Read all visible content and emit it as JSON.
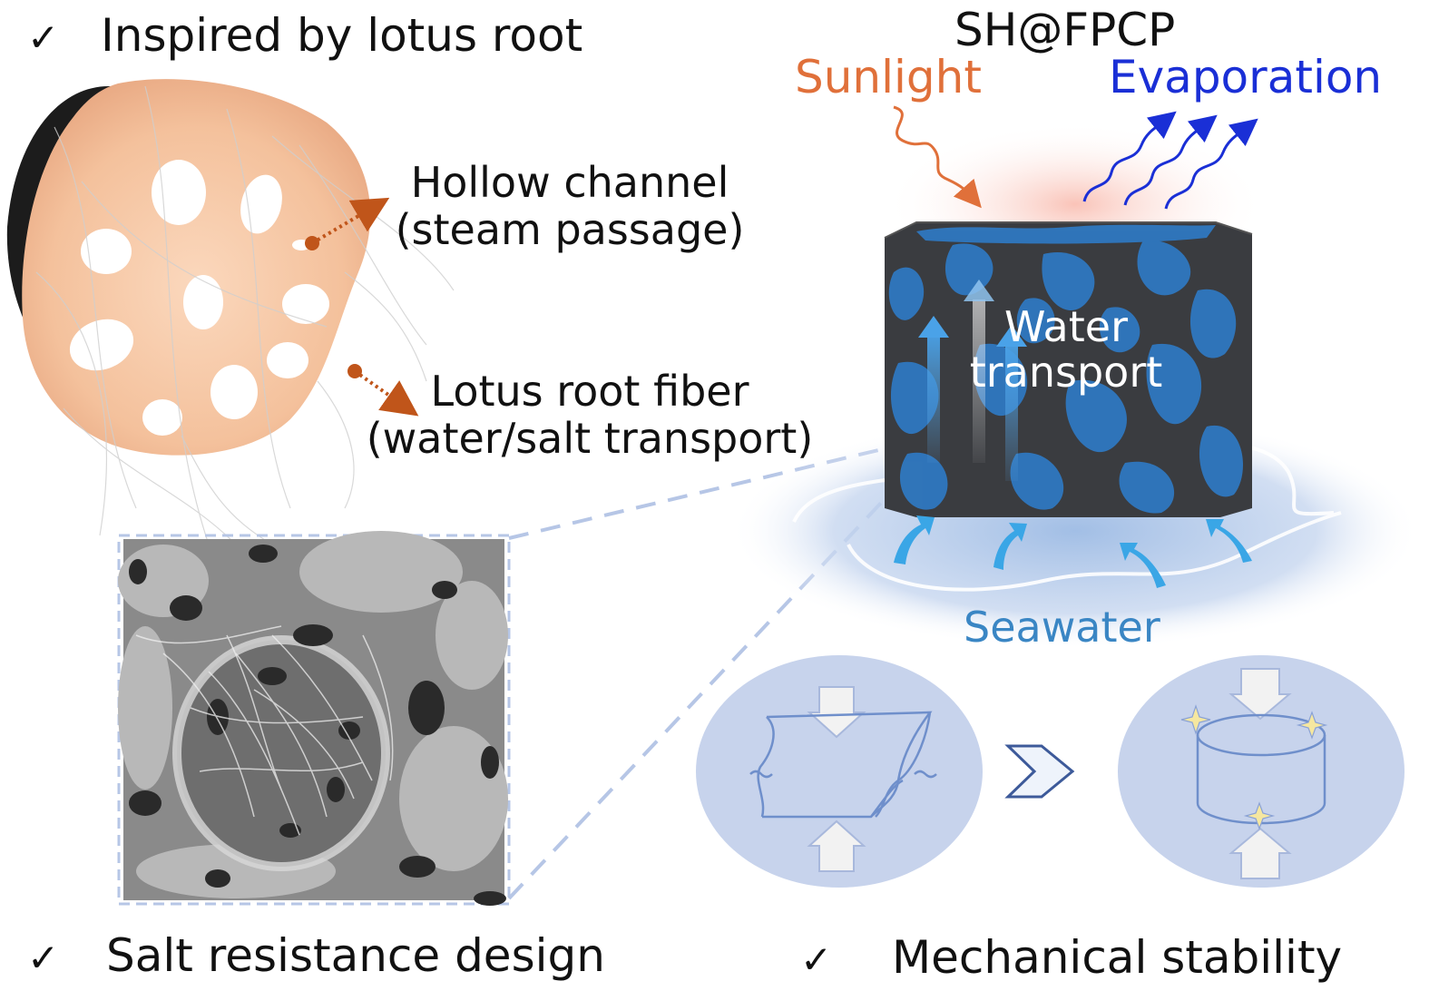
{
  "header_left": {
    "check": "✓",
    "text": "Inspired by lotus root"
  },
  "title_right": "SH@FPCP",
  "sunlight": "Sunlight",
  "evaporation": "Evaporation",
  "hollow_channel": {
    "line1": "Hollow channel",
    "line2": "(steam passage)"
  },
  "lotus_fiber": {
    "line1": "Lotus root fiber",
    "line2": "(water/salt transport)"
  },
  "water_transport": {
    "line1": "Water",
    "line2": "transport"
  },
  "seawater": "Seawater",
  "footer_left": {
    "check": "✓",
    "text": "Salt resistance design"
  },
  "footer_right": {
    "check": "✓",
    "text": "Mechanical stability"
  },
  "colors": {
    "sunlight": "#e0703a",
    "evaporation": "#1a2fd6",
    "seawater": "#3a86c4",
    "arrow_brown": "#c0551a",
    "lotus": "#f4c19c",
    "cube_dark": "#3a3c40",
    "cube_blue": "#2f78c0",
    "panel_blue": "#c7d3ec"
  }
}
